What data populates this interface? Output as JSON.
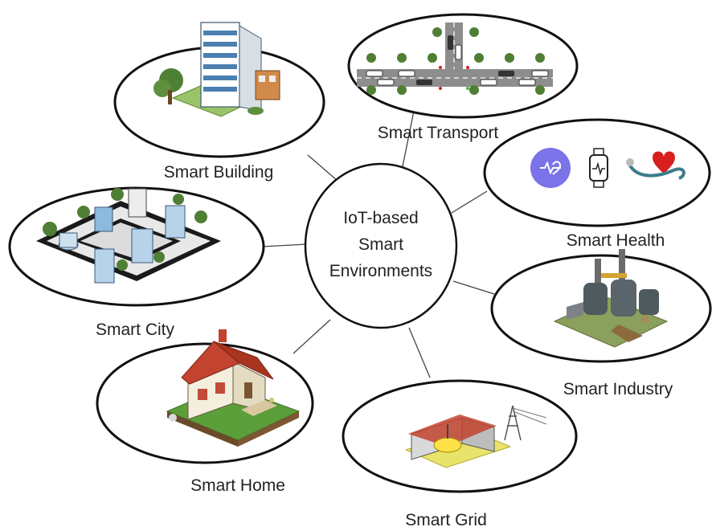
{
  "center": {
    "lines": [
      "IoT-based",
      "Smart",
      "Environments"
    ]
  },
  "environments": [
    {
      "label": "Smart Building",
      "icon": "building-icon"
    },
    {
      "label": "Smart Transport",
      "icon": "traffic-road-icon"
    },
    {
      "label": "Smart Health",
      "icon": "health-devices-icon"
    },
    {
      "label": "Smart Industry",
      "icon": "factory-icon"
    },
    {
      "label": "Smart Grid",
      "icon": "power-grid-icon"
    },
    {
      "label": "Smart Home",
      "icon": "house-icon"
    },
    {
      "label": "Smart City",
      "icon": "city-blocks-icon"
    }
  ],
  "colors": {
    "outline": "#111111",
    "health_accent": "#7b73e8",
    "heart": "#d81e1e",
    "tree": "#4f7f35",
    "roof": "#c2432f"
  }
}
